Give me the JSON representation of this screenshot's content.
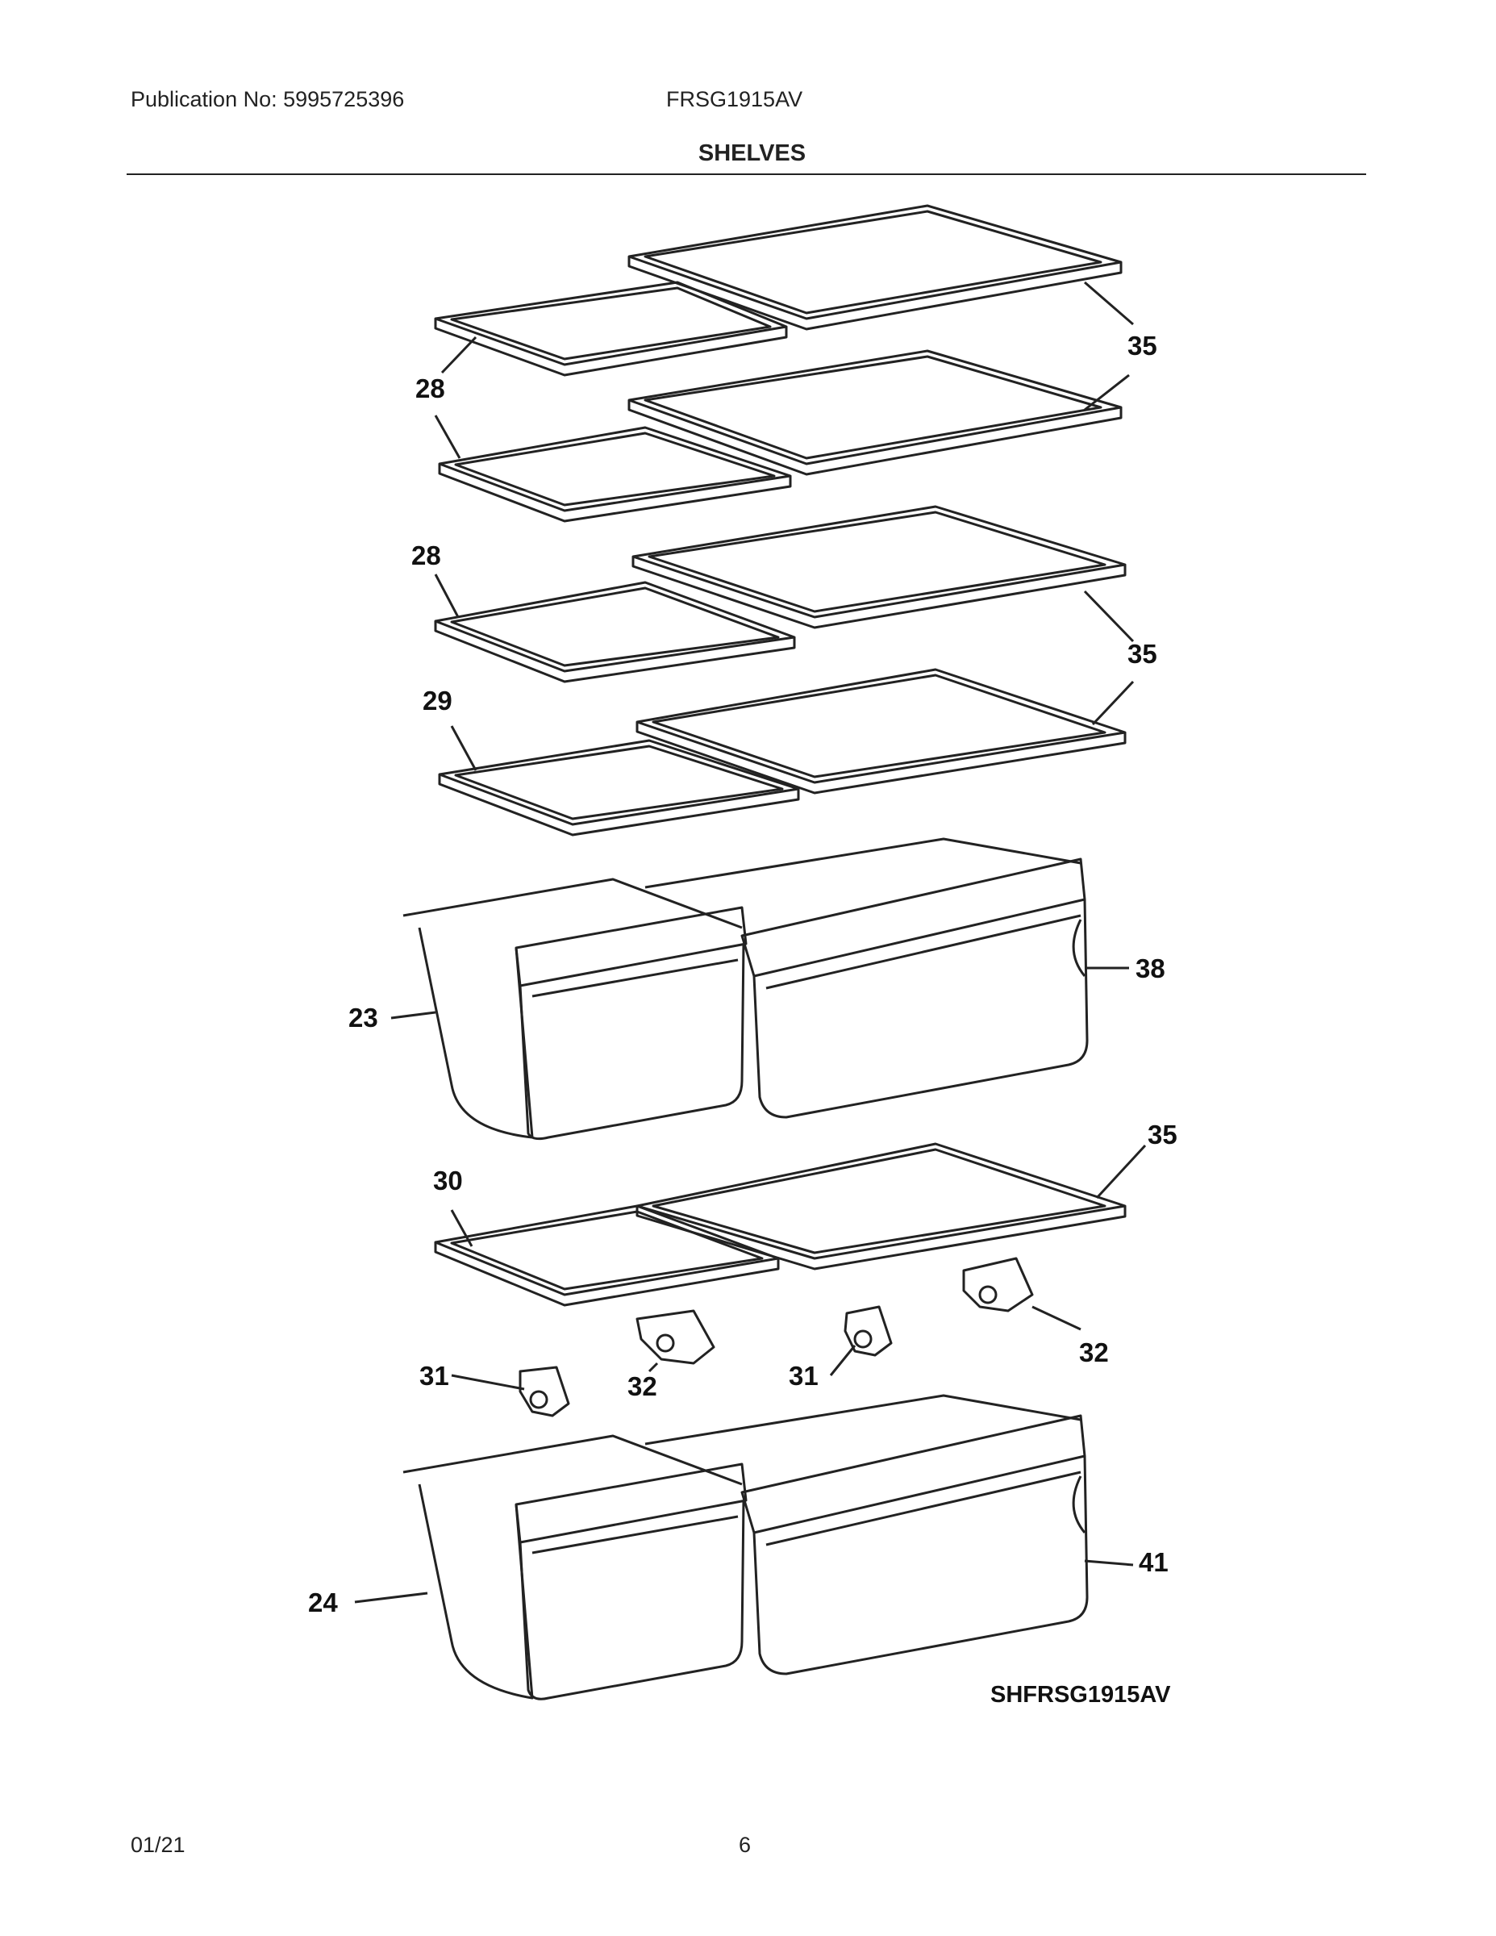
{
  "header": {
    "publication": "Publication No: 5995725396",
    "model": "FRSG1915AV",
    "section_title": "SHELVES"
  },
  "footer": {
    "date": "01/21",
    "page_number": "6"
  },
  "diagram": {
    "diagram_id": "SHFRSG1915AV",
    "callouts": {
      "c28a": "28",
      "c28b": "28",
      "c29": "29",
      "c30": "30",
      "c35a": "35",
      "c35b": "35",
      "c35c": "35",
      "c38": "38",
      "c23": "23",
      "c24": "24",
      "c41": "41",
      "c31a": "31",
      "c31b": "31",
      "c32a": "32",
      "c32b": "32"
    }
  }
}
